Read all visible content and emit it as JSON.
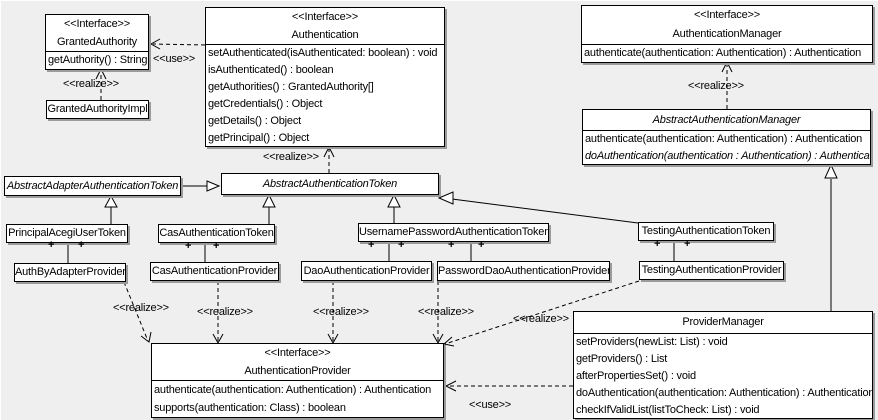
{
  "diagram": {
    "background": "#efefef",
    "line_color": "#000000",
    "box_fill": "#ffffff",
    "shadow_color": "#9b9b9b",
    "labels": {
      "use": "<<use>>",
      "realize": "<<realize>>",
      "plus": "+",
      "interface_stereotype": "<<Interface>>"
    },
    "classes": {
      "granted_authority": {
        "stereotype": "<<Interface>>",
        "name": "GrantedAuthority",
        "methods": [
          "getAuthority() : String"
        ]
      },
      "granted_authority_impl": {
        "name": "GrantedAuthorityImpl"
      },
      "authentication": {
        "stereotype": "<<Interface>>",
        "name": "Authentication",
        "methods": [
          "setAuthenticated(isAuthenticated: boolean) : void",
          "isAuthenticated() : boolean",
          "getAuthorities() : GrantedAuthority[]",
          "getCredentials() : Object",
          "getDetails() : Object",
          "getPrincipal() : Object"
        ]
      },
      "authentication_manager": {
        "stereotype": "<<Interface>>",
        "name": "AuthenticationManager",
        "methods": [
          "authenticate(authentication: Authentication) : Authentication"
        ]
      },
      "abstract_authentication_manager": {
        "name": "AbstractAuthenticationManager",
        "methods": [
          "authenticate(authentication: Authentication) : Authentication",
          "doAuthentication(authentication : Authentication) : Authentication"
        ]
      },
      "abstract_adapter_authentication_token": {
        "name": "AbstractAdapterAuthenticationToken"
      },
      "abstract_authentication_token": {
        "name": "AbstractAuthenticationToken"
      },
      "principal_acegi_user_token": {
        "name": "PrincipalAcegiUserToken"
      },
      "cas_authentication_token": {
        "name": "CasAuthenticationToken"
      },
      "username_password_authentication_token": {
        "name": "UsernamePasswordAuthenticationToken"
      },
      "testing_authentication_token": {
        "name": "TestingAuthenticationToken"
      },
      "auth_by_adapter_provider": {
        "name": "AuthByAdapterProvider"
      },
      "cas_authentication_provider": {
        "name": "CasAuthenticationProvider"
      },
      "dao_authentication_provider": {
        "name": "DaoAuthenticationProvider"
      },
      "password_dao_authentication_provider": {
        "name": "PasswordDaoAuthenticationProvider"
      },
      "testing_authentication_provider": {
        "name": "TestingAuthenticationProvider"
      },
      "authentication_provider": {
        "stereotype": "<<Interface>>",
        "name": "AuthenticationProvider",
        "methods": [
          "authenticate(authentication: Authentication) : Authentication",
          "supports(authentication: Class) : boolean"
        ]
      },
      "provider_manager": {
        "name": "ProviderManager",
        "methods": [
          "setProviders(newList: List) : void",
          "getProviders() : List",
          "afterPropertiesSet() : void",
          "doAuthentication(authentication: Authentication) : Authentication",
          "checkIfValidList(listToCheck: List) : void"
        ]
      }
    }
  }
}
